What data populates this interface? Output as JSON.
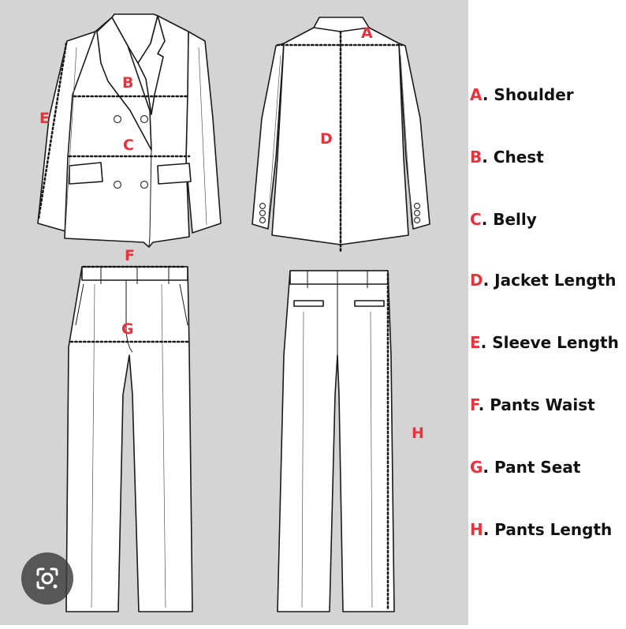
{
  "legend": [
    {
      "letter": "A",
      "label": ". Shoulder"
    },
    {
      "letter": "B",
      "label": ". Chest"
    },
    {
      "letter": "C",
      "label": ". Belly"
    },
    {
      "letter": "D",
      "label": ". Jacket Length"
    },
    {
      "letter": "E",
      "label": ". Sleeve Length"
    },
    {
      "letter": "F",
      "label": ". Pants Waist"
    },
    {
      "letter": "G",
      "label": ". Pant Seat"
    },
    {
      "letter": "H",
      "label": ". Pants Length"
    }
  ],
  "callouts": {
    "A": "A",
    "B": "B",
    "C": "C",
    "D": "D",
    "E": "E",
    "F": "F",
    "G": "G",
    "H": "H"
  },
  "colors": {
    "accent": "#e8323c",
    "panel": "#d4d4d4",
    "outline": "#1a1a1a"
  },
  "icons": {
    "lens": "google-lens-icon"
  }
}
